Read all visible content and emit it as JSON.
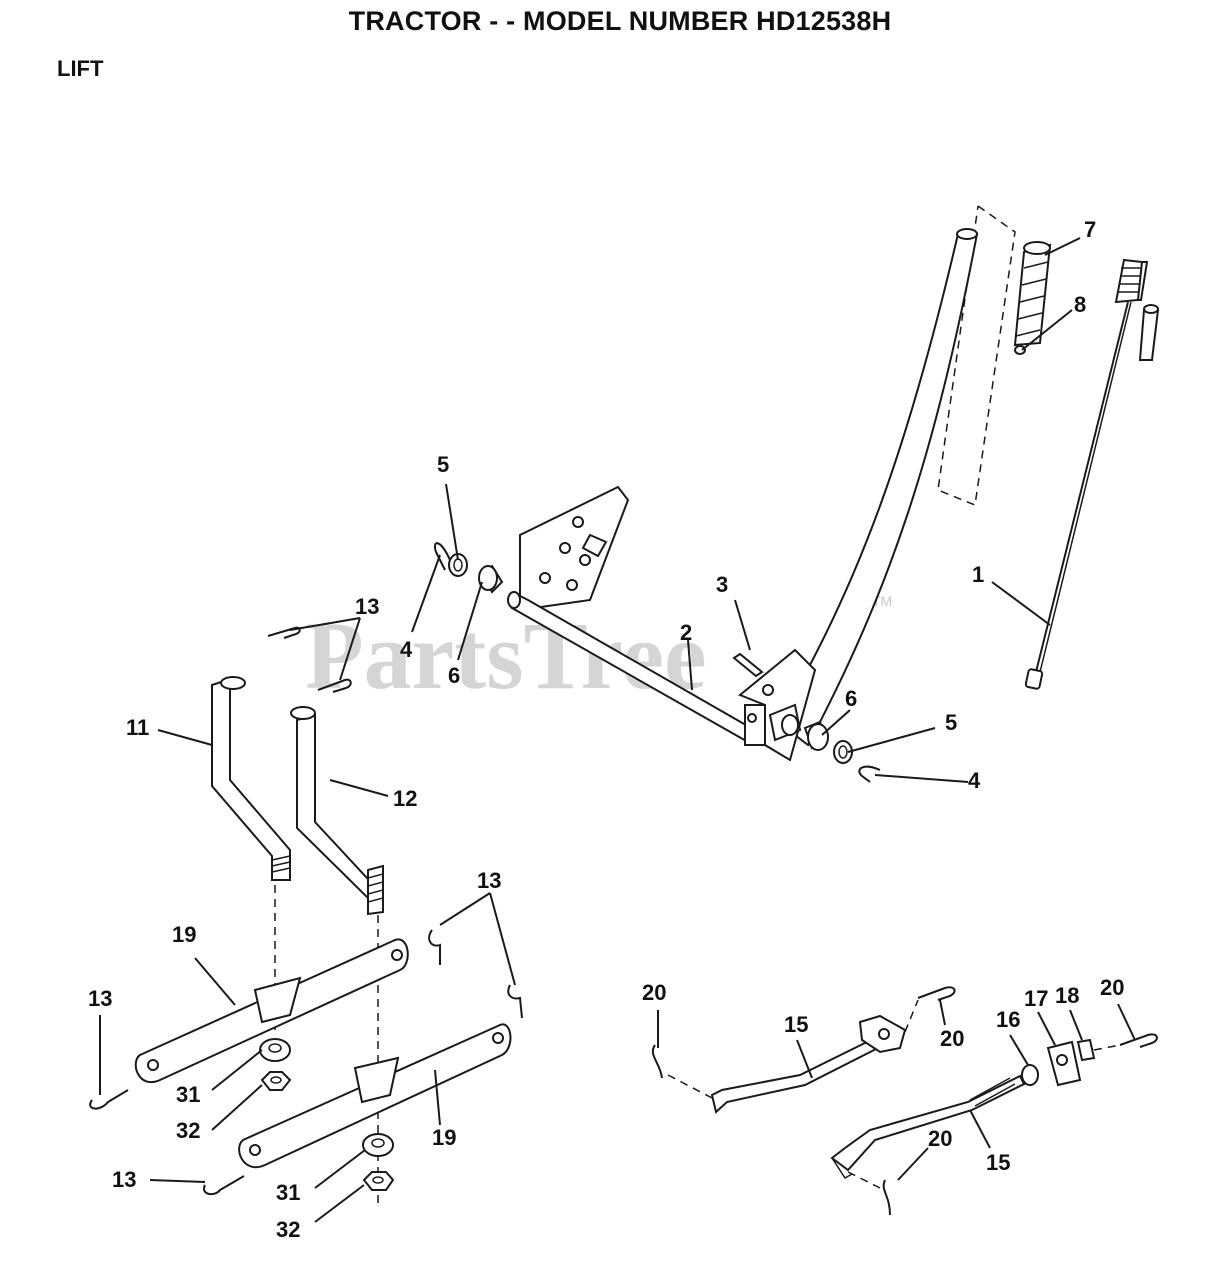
{
  "header": {
    "title": "TRACTOR - - MODEL NUMBER HD12538H",
    "section": "LIFT"
  },
  "watermark": {
    "text": "PartsTree",
    "trademark": "TM"
  },
  "callouts": {
    "c1": "1",
    "c2": "2",
    "c3": "3",
    "c4a": "4",
    "c4b": "4",
    "c5a": "5",
    "c5b": "5",
    "c6a": "6",
    "c6b": "6",
    "c7": "7",
    "c8": "8",
    "c11": "11",
    "c12": "12",
    "c13a": "13",
    "c13b": "13",
    "c13c": "13",
    "c13d": "13",
    "c15a": "15",
    "c15b": "15",
    "c16": "16",
    "c17": "17",
    "c18": "18",
    "c19a": "19",
    "c19b": "19",
    "c20a": "20",
    "c20b": "20",
    "c20c": "20",
    "c20d": "20",
    "c31a": "31",
    "c31b": "31",
    "c32a": "32",
    "c32b": "32"
  }
}
